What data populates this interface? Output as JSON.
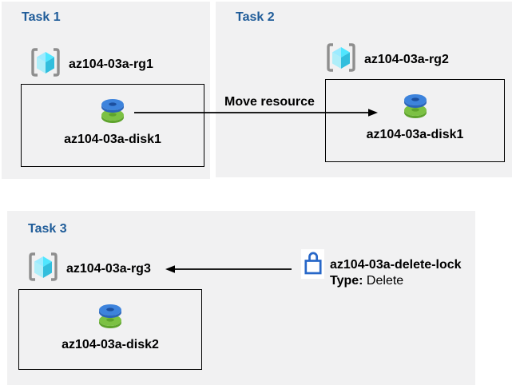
{
  "tasks": {
    "task1": {
      "title": "Task 1",
      "resource_group": "az104-03a-rg1",
      "disk": "az104-03a-disk1"
    },
    "task2": {
      "title": "Task 2",
      "resource_group": "az104-03a-rg2",
      "disk": "az104-03a-disk1"
    },
    "task3": {
      "title": "Task 3",
      "resource_group": "az104-03a-rg3",
      "disk": "az104-03a-disk2"
    }
  },
  "annotations": {
    "move_arrow_label": "Move resource",
    "lock_name": "az104-03a-delete-lock",
    "lock_type_label": "Type:",
    "lock_type_value": " Delete"
  },
  "icons": {
    "resource_group": "resource-group-icon",
    "disk": "managed-disk-icon",
    "lock": "lock-icon"
  },
  "colors": {
    "panel_bg": "#f1f1f2",
    "task_title_blue": "#1f5c99",
    "text_black": "#000000",
    "arrow_black": "#000000",
    "lock_blue": "#2767c8",
    "disk_top_blue": "#3d83dc",
    "disk_blue_side": "#2a64b9",
    "disk_blue_hole": "#1c4f9e",
    "disk_green": "#7cc143",
    "disk_green_side": "#5ea32c",
    "cube_top": "#50e6ff",
    "cube_left": "#9cebff",
    "cube_right": "#32bedd",
    "bracket_gray": "#8e8e8e"
  }
}
